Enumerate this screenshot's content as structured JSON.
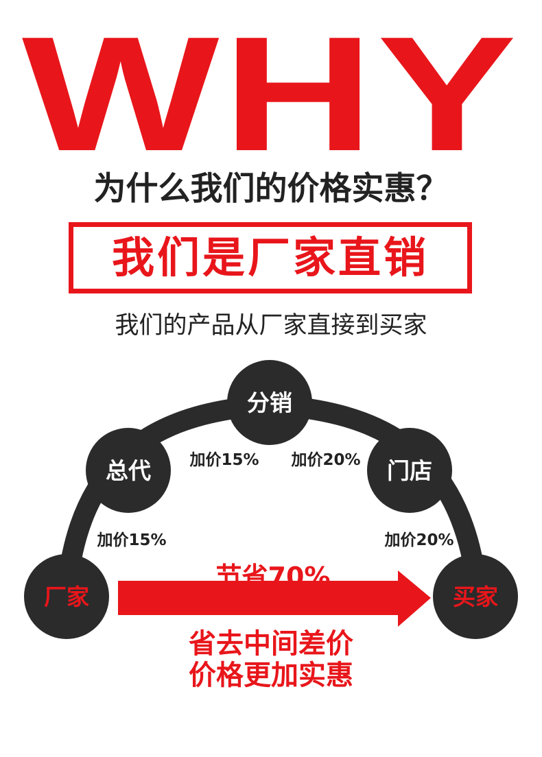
{
  "colors": {
    "red": "#e8161b",
    "dark": "#2b2b2b",
    "text": "#222222"
  },
  "headline": "WHY",
  "question": "为什么我们的价格实惠？",
  "box_title": "我们是厂家直销",
  "description": "我们的产品从厂家直接到买家",
  "nodes": {
    "factory": "厂家",
    "agent": "总代",
    "distributor": "分销",
    "store": "门店",
    "buyer": "买家"
  },
  "markups": {
    "factory_to_agent": "加价15%",
    "agent_to_distributor": "加价15%",
    "distributor_to_store": "加价20%",
    "store_to_buyer": "加价20%"
  },
  "savings": "节省70%",
  "slogan": {
    "line1": "省去中间差价",
    "line2": "价格更加实惠"
  }
}
